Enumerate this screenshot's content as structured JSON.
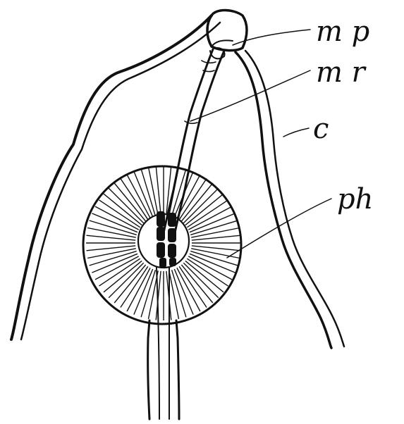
{
  "figure": {
    "labels": {
      "mp": "m p",
      "mr": "m r",
      "c": "c",
      "ph": "ph"
    }
  }
}
